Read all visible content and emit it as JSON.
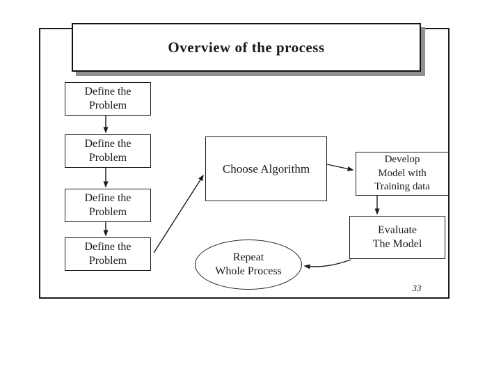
{
  "slide": {
    "title": "Overview of the process",
    "page_number": "33"
  },
  "flowchart": {
    "define_boxes": [
      {
        "line1": "Define the",
        "line2": "Problem"
      },
      {
        "line1": "Define the",
        "line2": "Problem"
      },
      {
        "line1": "Define the",
        "line2": "Problem"
      },
      {
        "line1": "Define the",
        "line2": "Problem"
      }
    ],
    "choose_algorithm": {
      "label": "Choose Algorithm"
    },
    "develop_model": {
      "line1": "Develop",
      "line2": "Model with",
      "line3": "Training data"
    },
    "evaluate_model": {
      "line1": "Evaluate",
      "line2": "The Model"
    },
    "repeat_process": {
      "line1": "Repeat",
      "line2": "Whole Process"
    }
  },
  "colors": {
    "ink": "#1a1a1a",
    "shadow": "#8f8f8f",
    "background": "#ffffff"
  }
}
